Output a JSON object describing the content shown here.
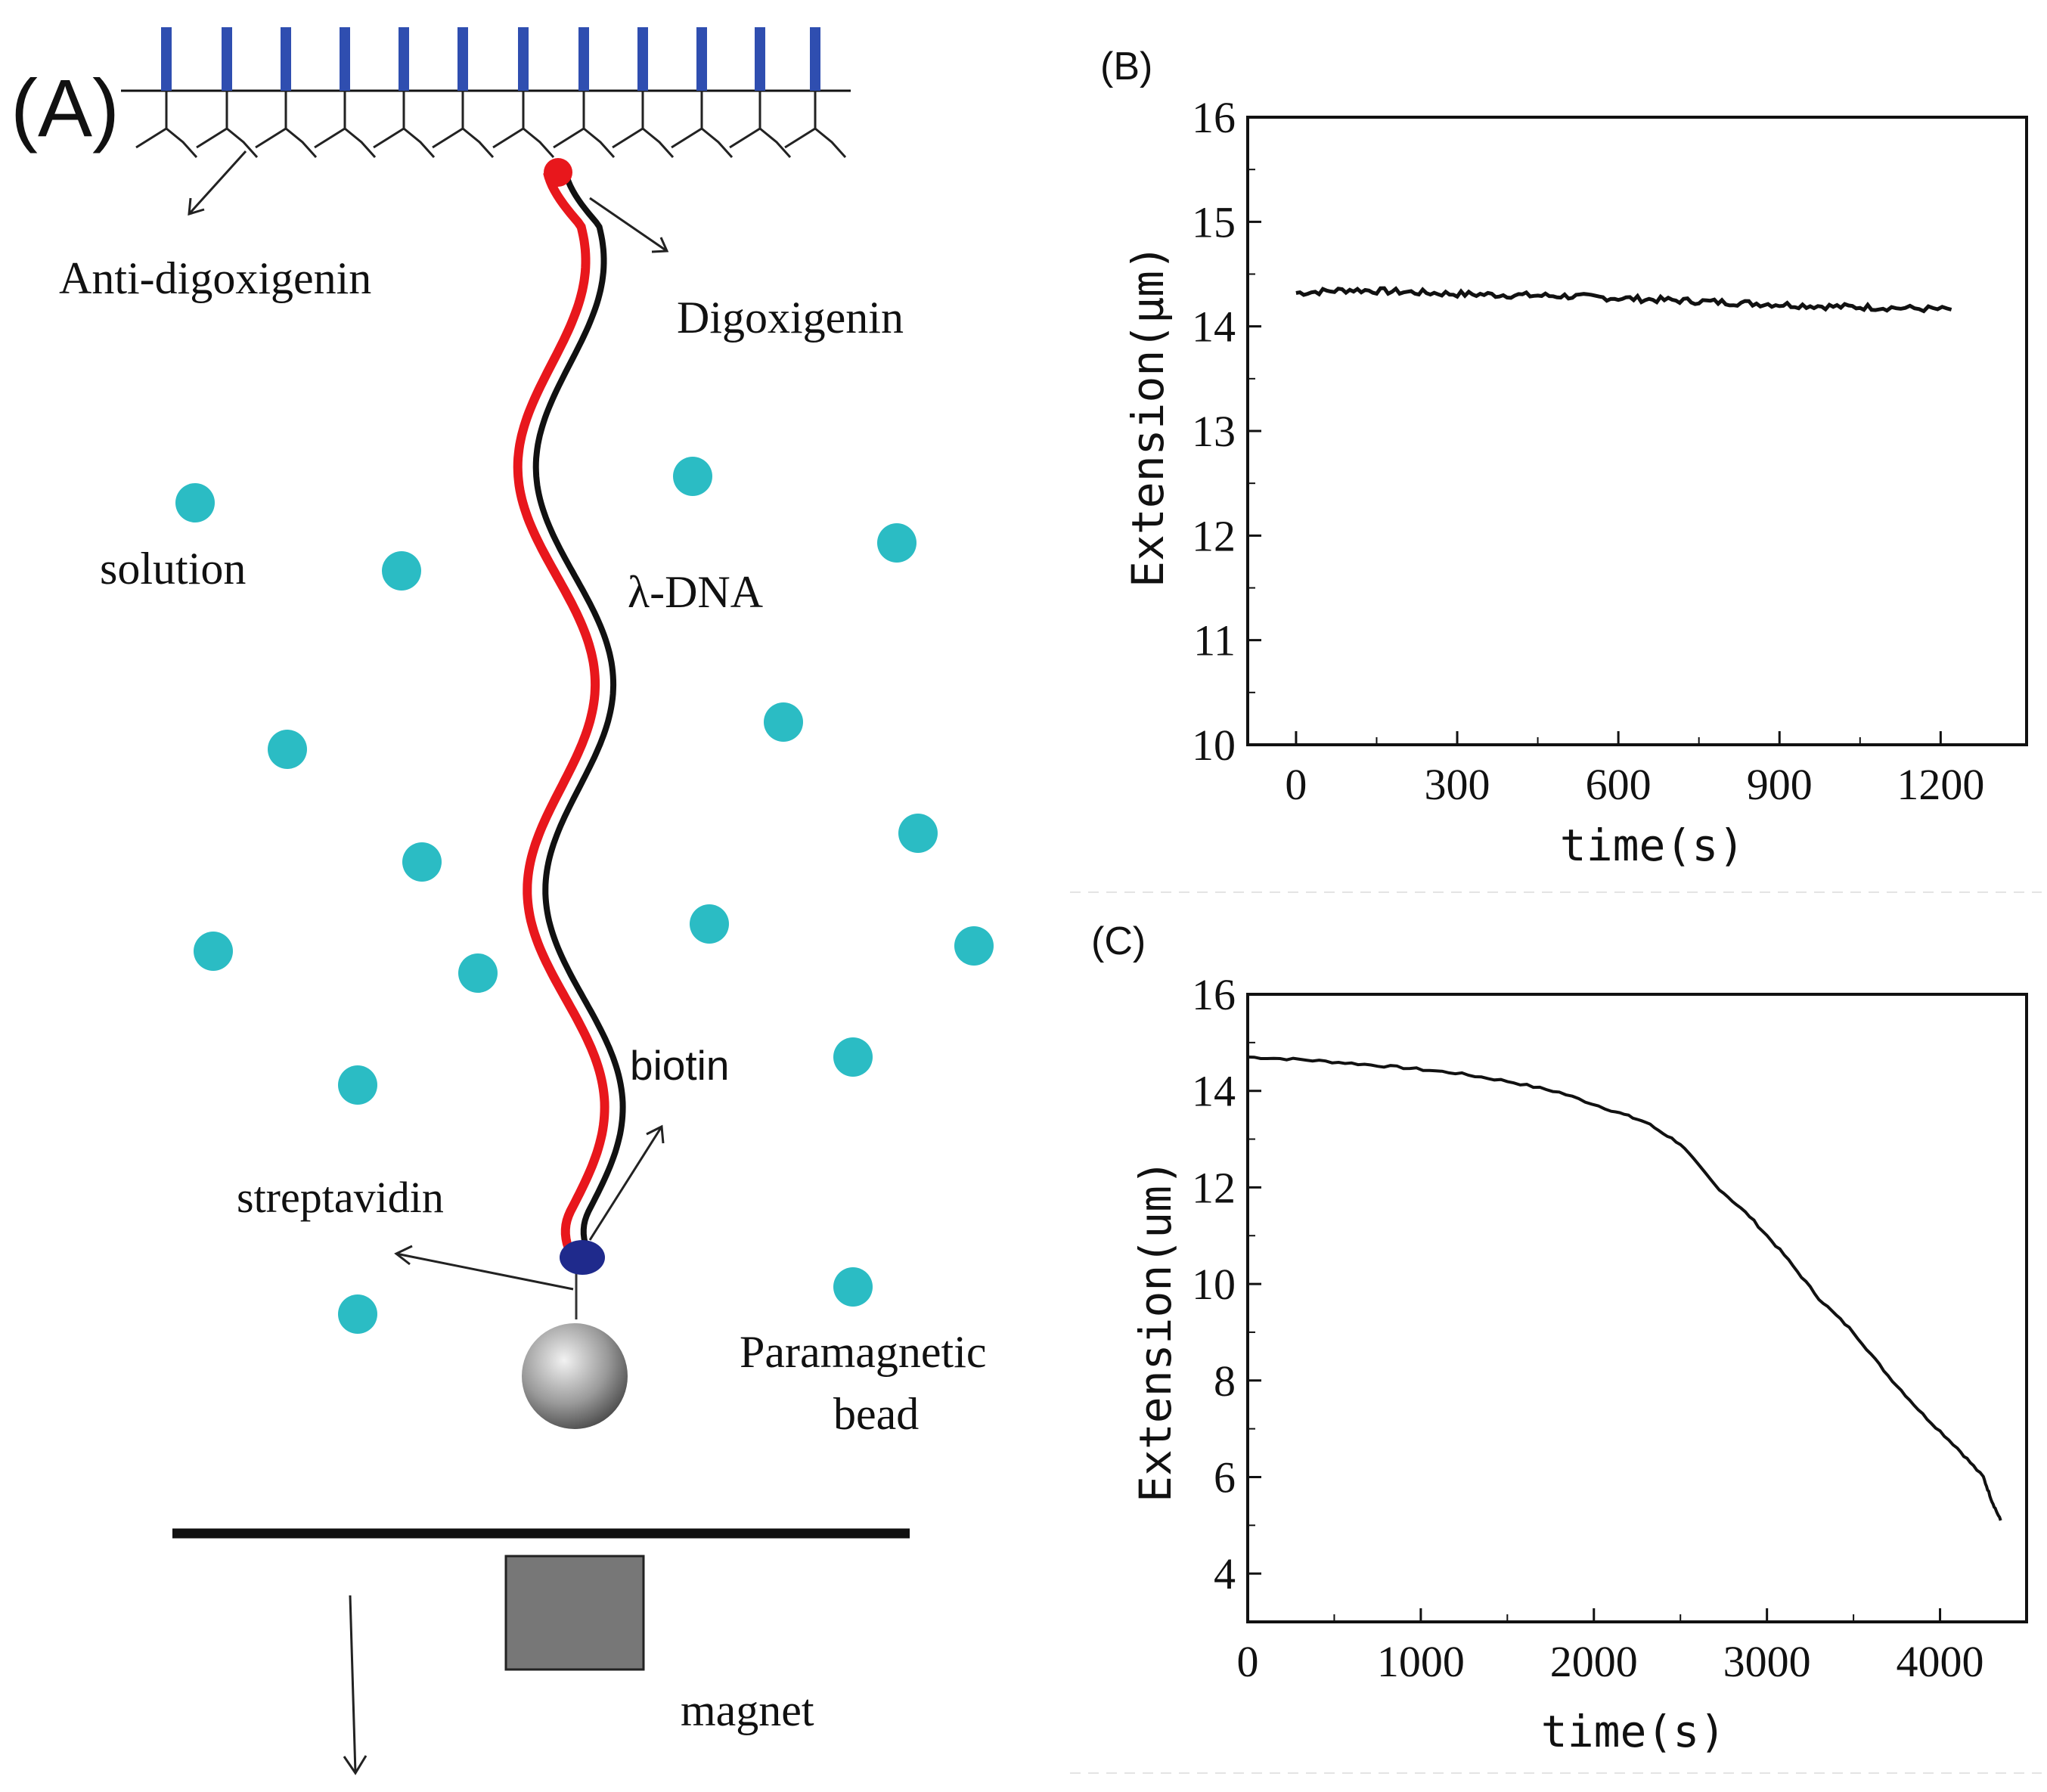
{
  "panel_a": {
    "label": "(A)",
    "labels": {
      "anti_digoxigenin": "Anti-digoxigenin",
      "digoxigenin": "Digoxigenin",
      "solution": "solution",
      "lambda_dna": "λ-DNA",
      "biotin": "biotin",
      "streptavidin": "streptavidin",
      "paramagnetic_line1": "Paramagnetic",
      "paramagnetic_line2": "bead",
      "magnet": "magnet"
    },
    "colors": {
      "antibody": "#2f4eb0",
      "digoxigenin": "#e8171c",
      "dna_red": "#e8171c",
      "dna_black": "#111111",
      "solution_dots": "#2bbcc4",
      "streptavidin": "#1f2a8c",
      "bead": "#888888",
      "magnet": "#777777"
    }
  },
  "chart_data": [
    {
      "panel_label": "(B)",
      "type": "line",
      "xlabel": "time(s)",
      "ylabel": "Extension(μm)",
      "xlim": [
        -90,
        1360
      ],
      "ylim": [
        10,
        16
      ],
      "xticks": [
        0,
        300,
        600,
        900,
        1200
      ],
      "yticks": [
        10,
        11,
        12,
        13,
        14,
        15,
        16
      ],
      "series": [
        {
          "x": [
            0,
            100,
            200,
            300,
            400,
            500,
            600,
            700,
            800,
            900,
            1000,
            1100,
            1220
          ],
          "y": [
            14.32,
            14.35,
            14.33,
            14.31,
            14.3,
            14.29,
            14.27,
            14.25,
            14.23,
            14.21,
            14.19,
            14.18,
            14.16
          ]
        }
      ]
    },
    {
      "panel_label": "(C)",
      "type": "line",
      "xlabel": "time(s)",
      "ylabel": "Extension(um)",
      "xlim": [
        0,
        4500
      ],
      "ylim": [
        3,
        16
      ],
      "xticks": [
        0,
        1000,
        2000,
        3000,
        4000
      ],
      "yticks": [
        4,
        6,
        8,
        10,
        12,
        14,
        16
      ],
      "series": [
        {
          "x": [
            0,
            300,
            600,
            900,
            1200,
            1500,
            1800,
            2100,
            2300,
            2500,
            2700,
            2900,
            3100,
            3300,
            3500,
            3700,
            3900,
            4100,
            4250,
            4300,
            4350
          ],
          "y": [
            14.7,
            14.65,
            14.57,
            14.48,
            14.37,
            14.2,
            13.97,
            13.6,
            13.35,
            12.9,
            12.05,
            11.4,
            10.6,
            9.7,
            9.0,
            8.1,
            7.3,
            6.6,
            6.0,
            5.5,
            5.1
          ]
        }
      ]
    }
  ]
}
